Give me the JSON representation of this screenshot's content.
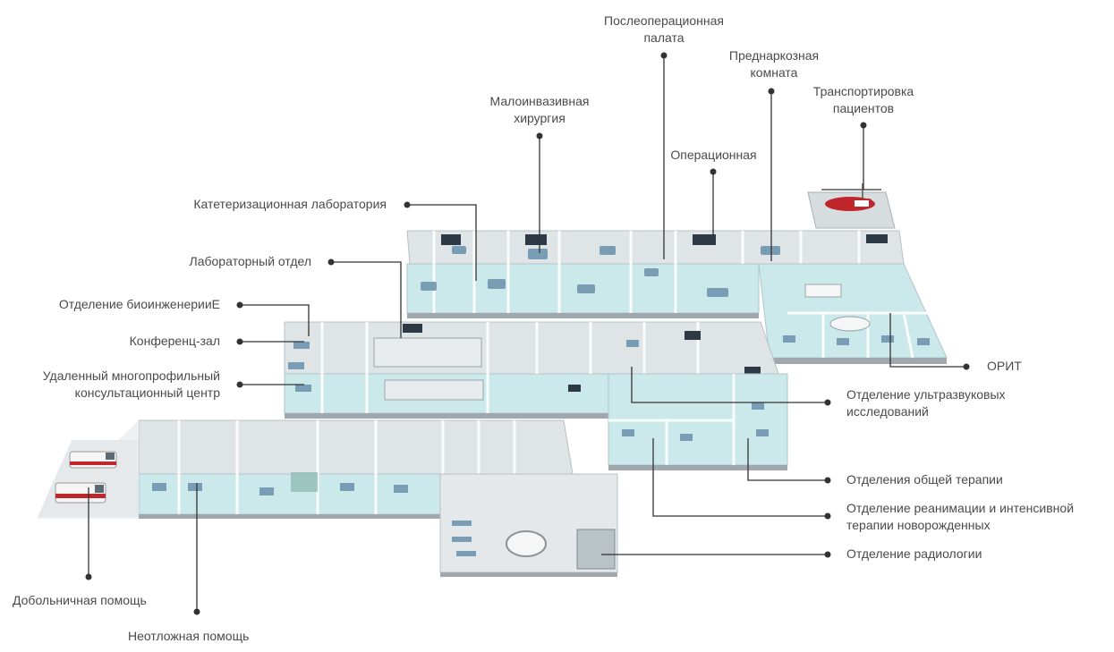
{
  "colors": {
    "floor": "#cfe9ea",
    "room_glass": "#e6f5f6",
    "wall": "#d9dde0",
    "wall_dark": "#aab1b6",
    "leader": "#333333",
    "text": "#4a4a4a",
    "ambulance": "#c0272d",
    "helicopter": "#c0272d"
  },
  "labels": {
    "postop_1": "Послеоперационная",
    "postop_2": "палата",
    "preanesth_1": "Преднаркозная",
    "preanesth_2": "комната",
    "transport_1": "Транспортировка",
    "transport_2": "пациентов",
    "mis_1": "Малоинвазивная",
    "mis_2": "хирургия",
    "or": "Операционная",
    "cathlab": "Катетеризационная лаборатория",
    "lab": "Лабораторный отдел",
    "bioeng": "Отделение биоинженерииЕ",
    "conf": "Конференц-зал",
    "remote_1": "Удаленный многопрофильный",
    "remote_2": "консультационный центр",
    "icu": "ОРИТ",
    "ultrasound_1": "Отделение ультразвуковых",
    "ultrasound_2": "исследований",
    "general": "Отделения общей терапии",
    "nicu_1": "Отделение реанимации и интенсивной",
    "nicu_2": "терапии новорожденных",
    "radiology": "Отделение радиологии",
    "prehospital": "Добольничная помощь",
    "emergency": "Неотложная помощь"
  }
}
